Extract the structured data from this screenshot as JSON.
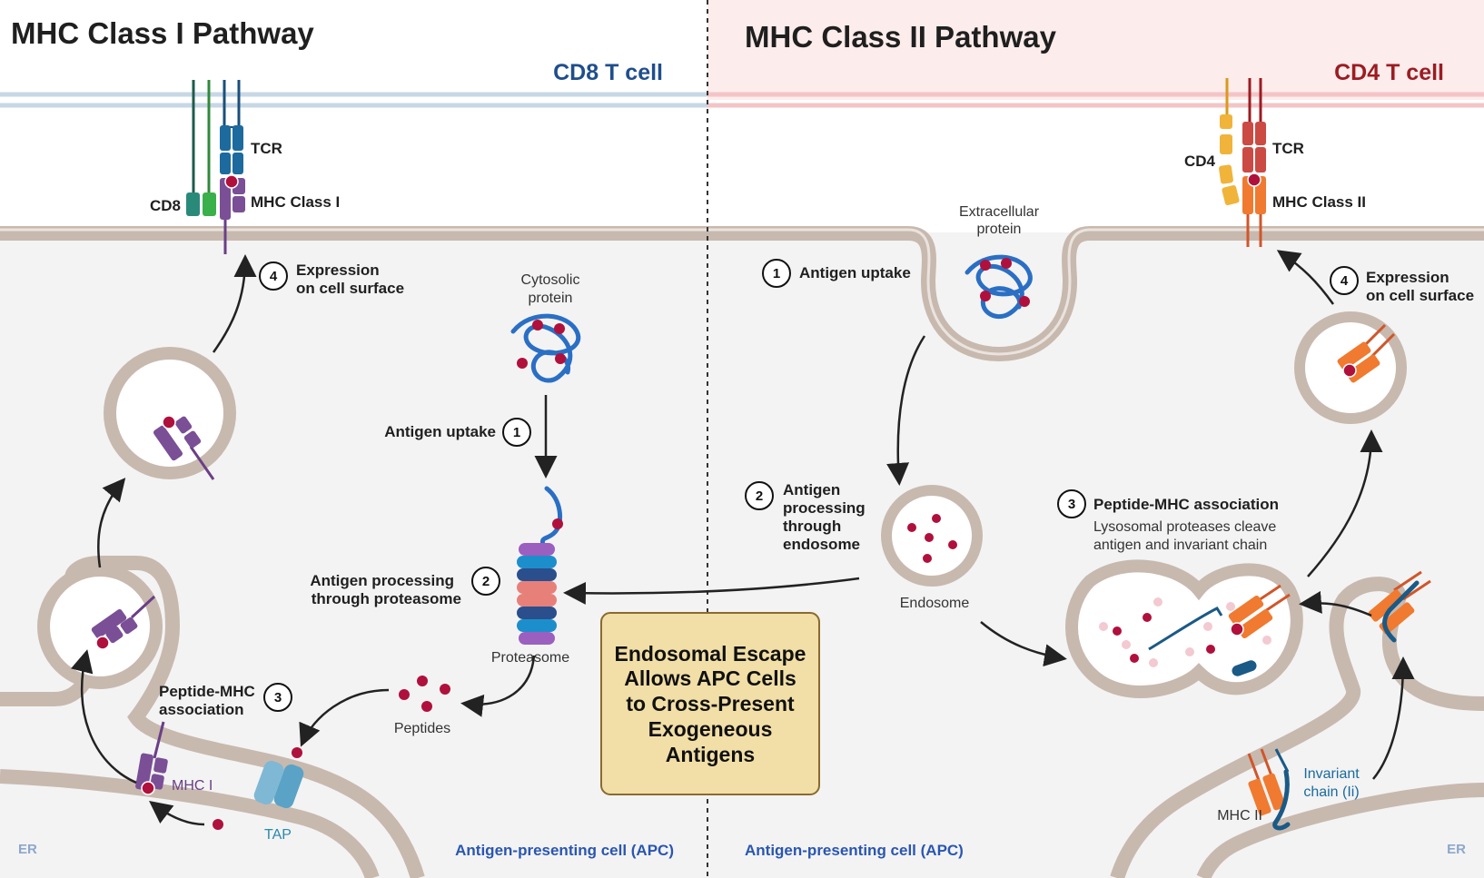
{
  "left_panel": {
    "title": "MHC Class I Pathway",
    "t_cell": "CD8 T cell",
    "labels": {
      "tcr": "TCR",
      "cd8": "CD8",
      "mhc_class_i": "MHC Class I",
      "cytosolic_1": "Cytosolic",
      "cytosolic_2": "protein",
      "proteasome": "Proteasome",
      "peptides": "Peptides",
      "mhc_i": "MHC I",
      "tap": "TAP",
      "er": "ER",
      "apc": "Antigen-presenting cell (APC)"
    },
    "steps": [
      {
        "num": "1",
        "line1": "Antigen uptake"
      },
      {
        "num": "2",
        "line1": "Antigen processing",
        "line2": "through proteasome"
      },
      {
        "num": "3",
        "line1": "Peptide-MHC",
        "line2": "association"
      },
      {
        "num": "4",
        "line1": "Expression",
        "line2": "on cell surface"
      }
    ]
  },
  "right_panel": {
    "title": "MHC Class II Pathway",
    "t_cell": "CD4 T cell",
    "labels": {
      "cd4": "CD4",
      "tcr": "TCR",
      "mhc_class_ii": "MHC Class II",
      "extracellular_1": "Extracellular",
      "extracellular_2": "protein",
      "endosome": "Endosome",
      "mhc_ii": "MHC II",
      "invariant_1": "Invariant",
      "invariant_2": "chain (Ii)",
      "er": "ER",
      "apc": "Antigen-presenting cell (APC)"
    },
    "steps": [
      {
        "num": "1",
        "line1": "Antigen uptake"
      },
      {
        "num": "2",
        "line1": "Antigen",
        "line2": "processing",
        "line3": "through",
        "line4": "endosome"
      },
      {
        "num": "3",
        "line1": "Peptide-MHC association",
        "sub1": "Lysosomal proteases cleave",
        "sub2": "antigen and invariant chain"
      },
      {
        "num": "4",
        "line1": "Expression",
        "line2": "on cell surface"
      }
    ]
  },
  "center_box": {
    "lines": [
      "Endosomal Escape",
      "Allows APC Cells",
      "to Cross-Present",
      "Exogeneous",
      "Antigens"
    ]
  },
  "colors": {
    "cd8_blue": "#1f4e8c",
    "cd4_red": "#9b1c22",
    "membrane": "#c8b9af",
    "box_fill": "#f2dfa7",
    "mhc1_purple": "#7a4f96",
    "mhc2_orange": "#f07a30",
    "peptide": "#b0103c"
  }
}
